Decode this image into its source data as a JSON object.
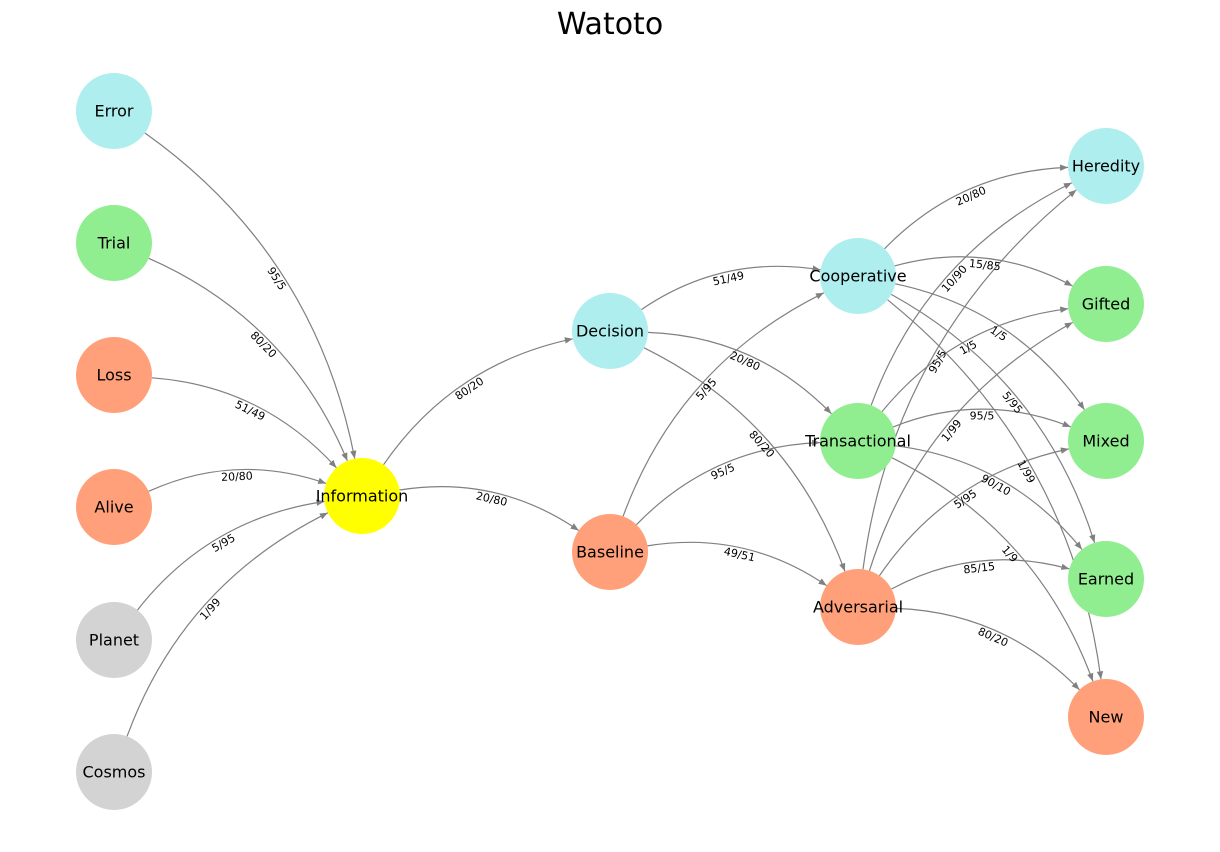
{
  "title": "Watoto",
  "colors": {
    "cyan": "#afeeee",
    "green": "#90ee90",
    "salmon": "#ffa07a",
    "gray": "#d3d3d3",
    "yellow": "#ffff00",
    "edge": "#808080"
  },
  "nodes": [
    {
      "id": "error",
      "label": "Error",
      "color": "cyan"
    },
    {
      "id": "trial",
      "label": "Trial",
      "color": "green"
    },
    {
      "id": "loss",
      "label": "Loss",
      "color": "salmon"
    },
    {
      "id": "alive",
      "label": "Alive",
      "color": "salmon"
    },
    {
      "id": "planet",
      "label": "Planet",
      "color": "gray"
    },
    {
      "id": "cosmos",
      "label": "Cosmos",
      "color": "gray"
    },
    {
      "id": "information",
      "label": "Information",
      "color": "yellow"
    },
    {
      "id": "decision",
      "label": "Decision",
      "color": "cyan"
    },
    {
      "id": "baseline",
      "label": "Baseline",
      "color": "salmon"
    },
    {
      "id": "cooperative",
      "label": "Cooperative",
      "color": "cyan"
    },
    {
      "id": "transactional",
      "label": "Transactional",
      "color": "green"
    },
    {
      "id": "adversarial",
      "label": "Adversarial",
      "color": "salmon"
    },
    {
      "id": "heredity",
      "label": "Heredity",
      "color": "cyan"
    },
    {
      "id": "gifted",
      "label": "Gifted",
      "color": "green"
    },
    {
      "id": "mixed",
      "label": "Mixed",
      "color": "green"
    },
    {
      "id": "earned",
      "label": "Earned",
      "color": "green"
    },
    {
      "id": "new",
      "label": "New",
      "color": "salmon"
    }
  ],
  "edges": [
    {
      "from": "error",
      "to": "information",
      "label": "95/5"
    },
    {
      "from": "trial",
      "to": "information",
      "label": "80/20"
    },
    {
      "from": "loss",
      "to": "information",
      "label": "51/49"
    },
    {
      "from": "alive",
      "to": "information",
      "label": "20/80"
    },
    {
      "from": "planet",
      "to": "information",
      "label": "5/95"
    },
    {
      "from": "cosmos",
      "to": "information",
      "label": "1/99"
    },
    {
      "from": "information",
      "to": "decision",
      "label": "80/20"
    },
    {
      "from": "information",
      "to": "baseline",
      "label": "20/80"
    },
    {
      "from": "decision",
      "to": "cooperative",
      "label": "51/49"
    },
    {
      "from": "decision",
      "to": "transactional",
      "label": "20/80"
    },
    {
      "from": "decision",
      "to": "adversarial",
      "label": "80/20"
    },
    {
      "from": "baseline",
      "to": "cooperative",
      "label": "5/95"
    },
    {
      "from": "baseline",
      "to": "transactional",
      "label": "95/5"
    },
    {
      "from": "baseline",
      "to": "adversarial",
      "label": "49/51"
    },
    {
      "from": "cooperative",
      "to": "heredity",
      "label": "20/80"
    },
    {
      "from": "cooperative",
      "to": "gifted",
      "label": "15/85"
    },
    {
      "from": "cooperative",
      "to": "mixed",
      "label": "1/5"
    },
    {
      "from": "cooperative",
      "to": "earned",
      "label": "5/95"
    },
    {
      "from": "cooperative",
      "to": "new",
      "label": "1/99"
    },
    {
      "from": "transactional",
      "to": "heredity",
      "label": "10/90"
    },
    {
      "from": "transactional",
      "to": "gifted",
      "label": "1/5"
    },
    {
      "from": "transactional",
      "to": "mixed",
      "label": "95/5"
    },
    {
      "from": "transactional",
      "to": "earned",
      "label": "90/10"
    },
    {
      "from": "transactional",
      "to": "new",
      "label": "1/9"
    },
    {
      "from": "adversarial",
      "to": "heredity",
      "label": "95/5"
    },
    {
      "from": "adversarial",
      "to": "gifted",
      "label": "1/99"
    },
    {
      "from": "adversarial",
      "to": "mixed",
      "label": "5/95"
    },
    {
      "from": "adversarial",
      "to": "earned",
      "label": "85/15"
    },
    {
      "from": "adversarial",
      "to": "new",
      "label": "80/20"
    }
  ]
}
